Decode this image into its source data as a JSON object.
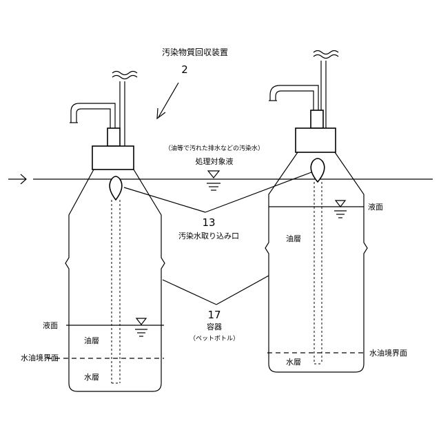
{
  "title": "汚染物質回収装置",
  "device_number": "2",
  "liquid_note": "（油等で汚れた排水などの汚染水）",
  "liquid_label": "処理対象液",
  "intake_number": "13",
  "intake_label": "汚染水取り込み口",
  "container_number": "17",
  "container_label": "容器",
  "container_note": "（ペットボトル）",
  "left_bottle": {
    "liquid_surface": "液面",
    "oil_layer": "油層",
    "interface": "水油境界面",
    "water_layer": "水層"
  },
  "right_bottle": {
    "liquid_surface": "液面",
    "oil_layer": "油層",
    "interface": "水油境界面",
    "water_layer": "水層"
  }
}
